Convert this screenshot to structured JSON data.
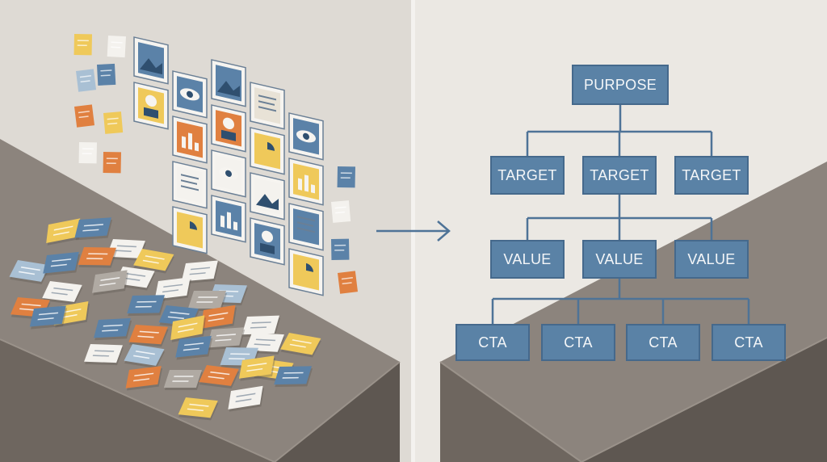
{
  "colors": {
    "wall_left": "#dedad4",
    "wall_right": "#ebe8e3",
    "table_top": "#8c847d",
    "table_front": "#6a625c",
    "box_fill": "#5a82a6",
    "box_text": "#f4f6f8",
    "connector": "#4e7397",
    "note_blue": "#5b82a8",
    "note_yellow": "#efc95a",
    "note_orange": "#e08040",
    "note_white": "#f4f2ee",
    "note_grey": "#b0aaa3",
    "note_lightblue": "#a9c0d4"
  },
  "org_chart": {
    "purpose": "PURPOSE",
    "targets": [
      "TARGET",
      "TARGET",
      "TARGET"
    ],
    "values": [
      "VALUE",
      "VALUE",
      "VALUE"
    ],
    "ctas": [
      "CTA",
      "CTA",
      "CTA",
      "CTA"
    ]
  },
  "wall_pictures": [
    {
      "icon": "landscape-icon"
    },
    {
      "icon": "painting-icon"
    },
    {
      "icon": "lightbulb-icon"
    },
    {
      "icon": "bird-icon"
    },
    {
      "icon": "door-icon"
    },
    {
      "icon": "mountain-icon"
    },
    {
      "icon": "eye-icon"
    },
    {
      "icon": "eye-icon"
    },
    {
      "icon": "presenter-icon"
    },
    {
      "icon": "pie-chart-icon"
    },
    {
      "icon": "person-icon"
    },
    {
      "icon": "portrait-icon"
    },
    {
      "icon": "lightbulb-icon"
    },
    {
      "icon": "area-chart-icon"
    },
    {
      "icon": "bar-chart-icon"
    },
    {
      "icon": "document-icon"
    },
    {
      "icon": "portrait-icon"
    },
    {
      "icon": "network-icon"
    }
  ]
}
